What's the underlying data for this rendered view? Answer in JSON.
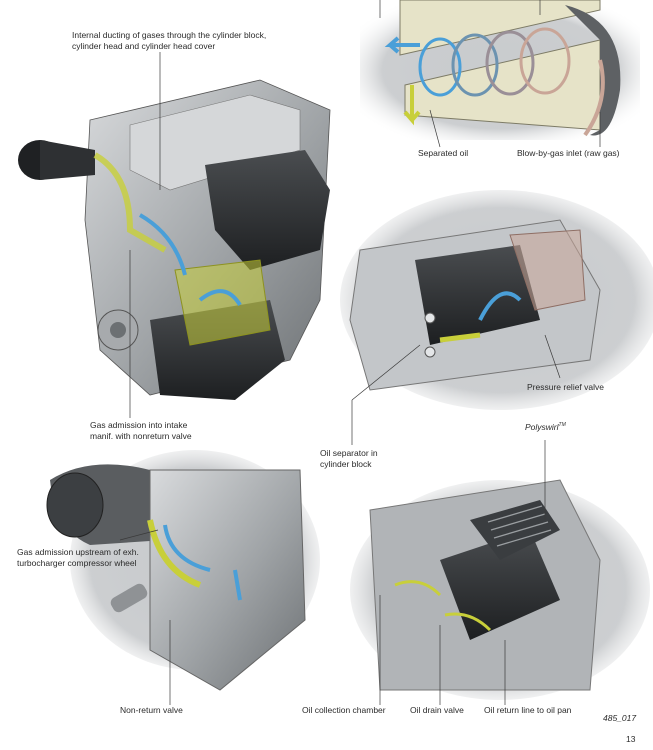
{
  "labels": {
    "internal_ducting_line1": "Internal ducting of gases through the cylinder block,",
    "internal_ducting_line2": "cylinder head and cylinder head cover",
    "separated_oil": "Separated oil",
    "blow_by_inlet": "Blow-by-gas inlet (raw gas)",
    "pressure_relief_valve": "Pressure relief valve",
    "gas_admission_intake_line1": "Gas admission into intake",
    "gas_admission_intake_line2": "manif. with nonreturn valve",
    "oil_separator_line1": "Oil separator in",
    "oil_separator_line2": "cylinder block",
    "polyswirl": "Polyswirl",
    "polyswirl_tm": "TM",
    "gas_admission_turbo_line1": "Gas admission upstream of exh.",
    "gas_admission_turbo_line2": "turbocharger compressor wheel",
    "non_return_valve": "Non-return valve",
    "oil_collection_chamber": "Oil collection chamber",
    "oil_drain_valve": "Oil drain valve",
    "oil_return_line": "Oil return line to oil pan"
  },
  "figure_number": "485_017",
  "page_number": "13",
  "colors": {
    "flow_blue": "#4a9fd8",
    "oil_yellow": "#c8cf3a",
    "raw_gas": "#c9a597",
    "engine_grey": "#8a8d90",
    "engine_dark": "#2e3033",
    "leader": "#3a3a3a"
  }
}
